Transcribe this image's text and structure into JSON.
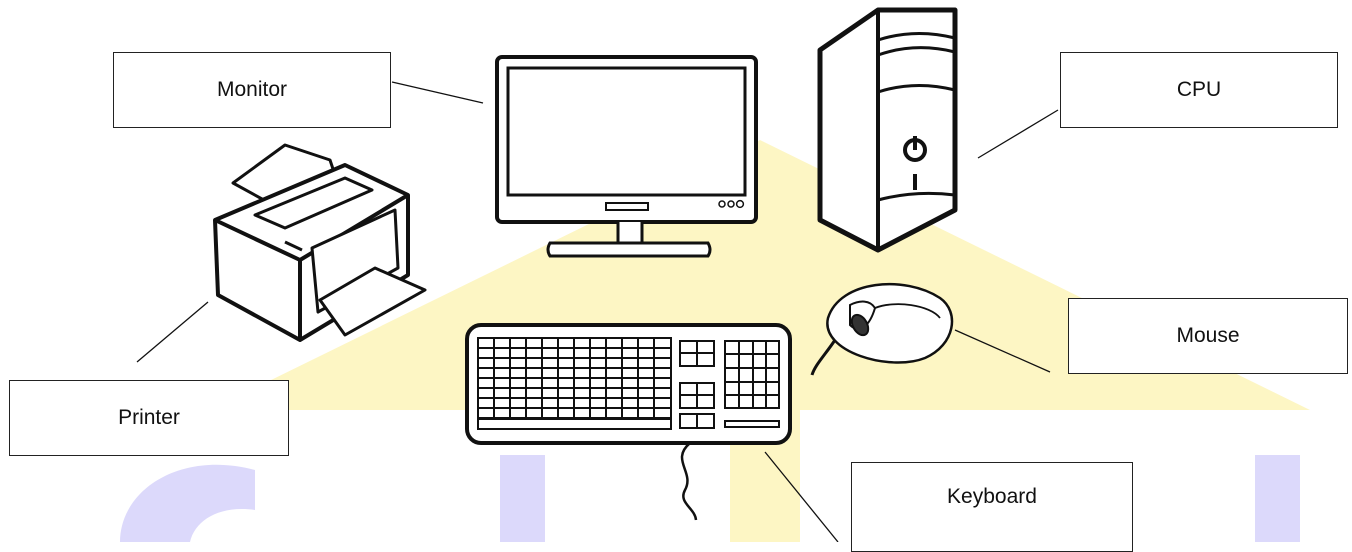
{
  "labels": {
    "monitor": "Monitor",
    "cpu": "CPU",
    "printer": "Printer",
    "mouse": "Mouse",
    "keyboard": "Keyboard"
  },
  "watermark": {
    "color_blue": "#dcd9fb",
    "color_yellow": "#fdf6c4"
  },
  "colors": {
    "line": "#111111"
  }
}
